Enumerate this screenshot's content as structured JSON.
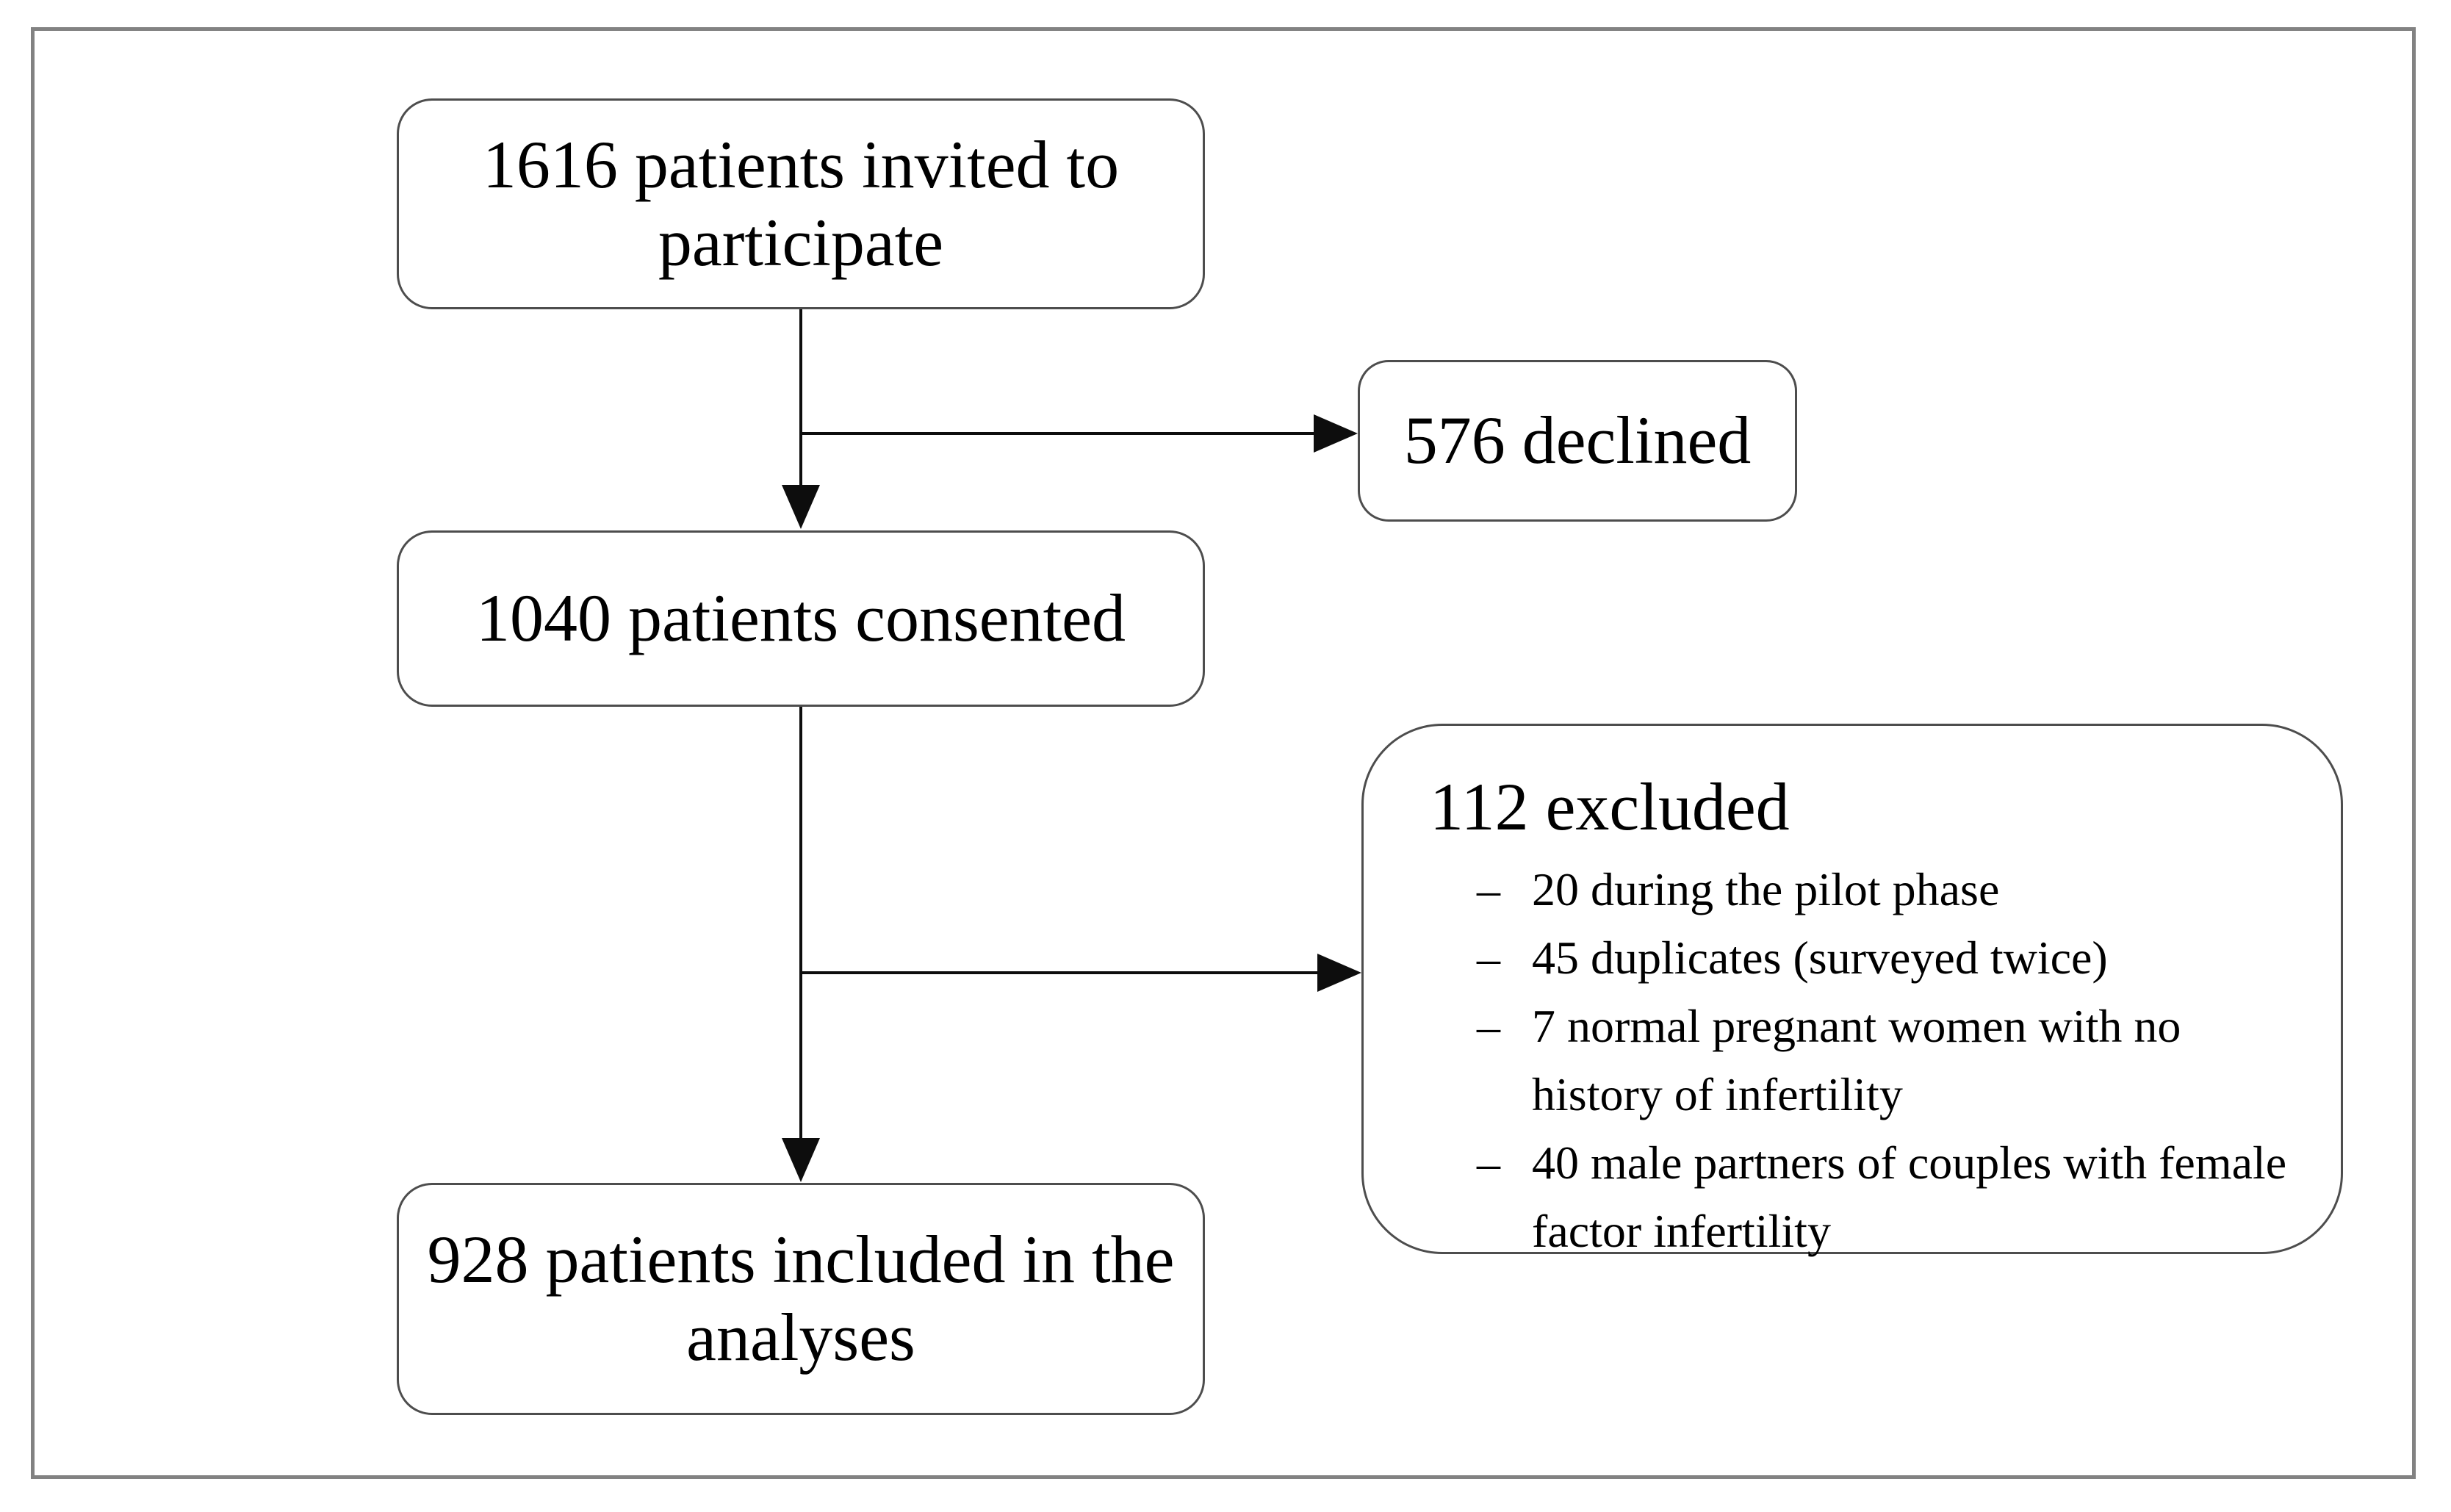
{
  "figure": {
    "background": "#ffffff",
    "outer_border_color": "#828282",
    "box_border_color": "#4d4d4d",
    "arrow_color": "#0d0d0d",
    "text_color": "#000000",
    "boxes": {
      "invited": {
        "text": "1616 patients invited to participate"
      },
      "declined": {
        "text": "576 declined"
      },
      "consented": {
        "text": "1040 patients consented"
      },
      "excluded": {
        "heading": "112 excluded",
        "bullet_marker": "–",
        "items": [
          "20 during the pilot phase",
          "45 duplicates (surveyed twice)",
          "7 normal pregnant women with no history of infertility",
          "40 male partners of couples with female factor infertility"
        ]
      },
      "included": {
        "text": "928 patients included in the analyses"
      }
    }
  }
}
